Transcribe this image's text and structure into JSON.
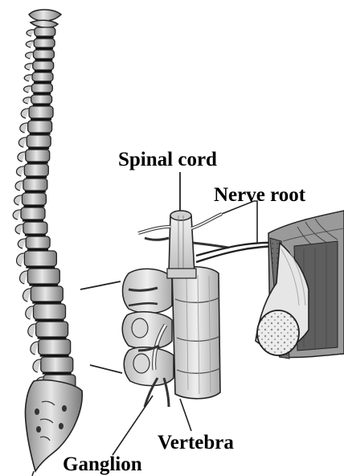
{
  "labels": {
    "spinal_cord": "Spinal cord",
    "nerve_root": "Nerve root",
    "vertebra": "Vertebra",
    "ganglion": "Ganglion"
  }
}
